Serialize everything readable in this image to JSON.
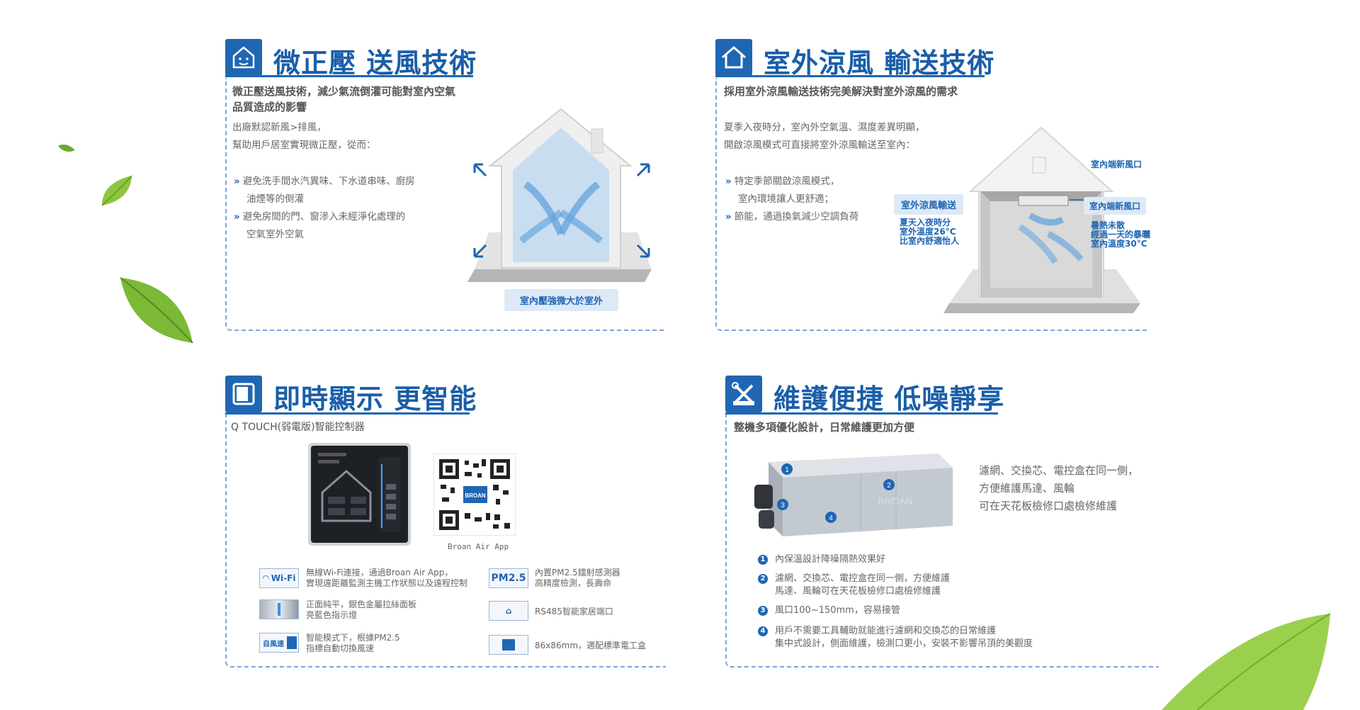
{
  "s1": {
    "title": "微正壓 送風技術",
    "sub1": "微正壓送風技術，減少氣流倒灌可能對室內空氣",
    "sub2": "品質造成的影響",
    "intro1": "出廠默認新風>排風，",
    "intro2": "幫助用戶居室實現微正壓，從而：",
    "bullet1a": "避免洗手間水汽異味、下水道串味、廚房",
    "bullet1b": "油煙等的倒灌",
    "bullet2a": "避免房間的門、窗滲入未經淨化處理的",
    "bullet2b": "空氣室外空氣",
    "label": "室內壓強微大於室外"
  },
  "s2": {
    "title": "室外涼風 輸送技術",
    "sub": "採用室外涼風輸送技術完美解決對室外涼風的需求",
    "intro1": "夏季入夜時分，室內外空氣溫、濕度差異明顯，",
    "intro2": "開啟涼風模式可直接將室外涼風輸送至室內：",
    "bullet1a": "特定季節關啟涼風模式，",
    "bullet1b": "室內環境讓人更舒適；",
    "bullet2": "節能，通過換氣減少空調負荷",
    "label_outdoor": "室外涼風輸送",
    "outdoor_note1": "夏天入夜時分",
    "outdoor_note2": "室外溫度26°C",
    "outdoor_note3": "比室內舒適怡人",
    "label_inlet_top": "室內端新風口",
    "label_inlet": "室內端新風口",
    "indoor_note1": "暑熱未散",
    "indoor_note2": "經過一天的暴曬",
    "indoor_note3": "室內溫度30°C"
  },
  "s3": {
    "title": "即時顯示 更智能",
    "sub": "Q TOUCH(弱電版)智能控制器",
    "qr_caption": "Broan Air App",
    "qr_logo": "BROAN",
    "f1_icon": "Wi-Fi",
    "f1a": "無線Wi-Fi連接，通過Broan Air App，",
    "f1b": "實現遠距離監測主機工作狀態以及遠程控制",
    "f2_icon": "PM2.5",
    "f2a": "內置PM2.5鐳射感測器",
    "f2b": "高精度檢測，長壽命",
    "f3a": "正面純平，銀色金屬拉絲面板",
    "f3b": "亮藍色指示燈",
    "f4": "RS485智能家居端口",
    "f5_icon": "自風速",
    "f5a": "智能模式下，根據PM2.5",
    "f5b": "指標自動切換風速",
    "f6": "86x86mm，適配標準電工盒"
  },
  "s4": {
    "title": "維護便捷 低噪靜享",
    "sub": "整機多項優化設計，日常維護更加方便",
    "side1": "濾網、交換芯、電控盒在同一側，",
    "side2": "方便維護馬達、風輪",
    "side3": "可在天花板檢修口處檢修維護",
    "unit_logo": "BROAN",
    "n1": "1",
    "n2": "2",
    "n3": "3",
    "n4": "4",
    "i1": "內保溫設計降噪隔熱效果好",
    "i2a": "濾網、交換芯、電控盒在同一側，方便維護",
    "i2b": "馬達、風輪可在天花板檢修口處檢修維護",
    "i3": "風口100~150mm，容易接管",
    "i4a": "用戶不需要工具輔助就能進行濾網和交換芯的日常維護",
    "i4b": "集中式設計，側面維護，檢測口更小，安裝不影響吊頂的美觀度"
  },
  "colors": {
    "accent": "#1f66b3",
    "leaf": "#7dbb3a"
  }
}
